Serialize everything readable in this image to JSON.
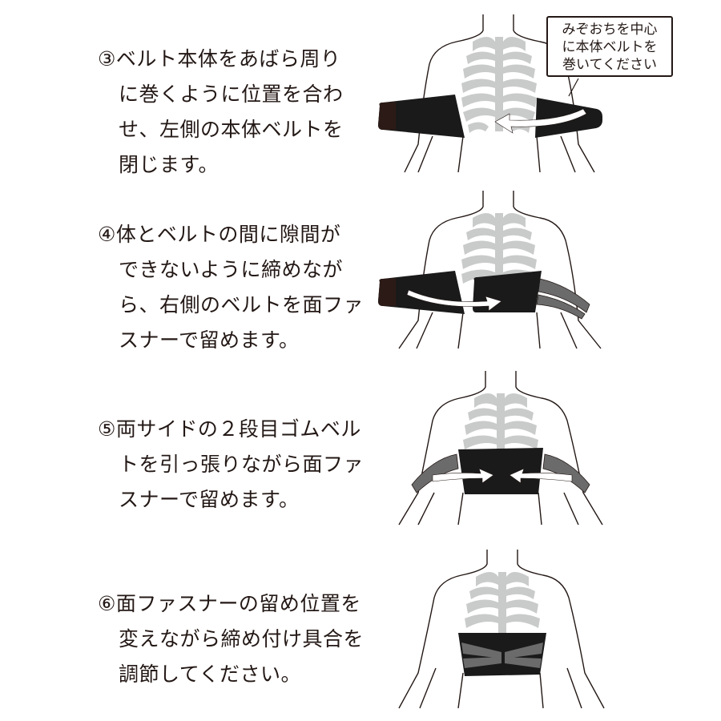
{
  "colors": {
    "outline": "#231815",
    "ribcage": "#c9caca",
    "belt_main": "#1a1a1a",
    "belt_end": "#2b1a16",
    "elastic_belt": "#6b6b6b",
    "arrow": "#ffffff",
    "background": "#ffffff"
  },
  "steps": [
    {
      "number": "③",
      "lines": [
        "ベルト本体をあばら周り",
        "に巻くように位置を合わ",
        "せ、左側の本体ベルトを",
        "閉じます。"
      ],
      "illustration": "belt-wrap-left-closing",
      "callout": {
        "lines": [
          "みぞおちを中心",
          "に本体ベルトを",
          "巻いてください"
        ]
      }
    },
    {
      "number": "④",
      "lines": [
        "体とベルトの間に隙間が",
        "できないように締めなが",
        "ら、右側のベルトを面ファ",
        "スナーで留めます。"
      ],
      "illustration": "belt-right-side-fastening"
    },
    {
      "number": "⑤",
      "lines": [
        "両サイドの２段目ゴムベル",
        "トを引っ張りながら面ファ",
        "スナーで留めます。"
      ],
      "illustration": "elastic-belts-pull-both-sides"
    },
    {
      "number": "⑥",
      "lines": [
        "面ファスナーの留め位置を",
        "変えながら締め付け具合を",
        "調節してください。"
      ],
      "illustration": "belt-fully-fastened-crossed"
    }
  ]
}
